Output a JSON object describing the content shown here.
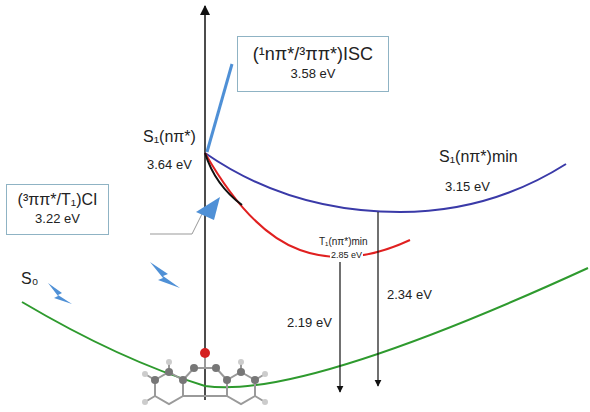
{
  "diagram": {
    "nodes": [
      {
        "text": [
          "(¹nπ*/³ππ*)ISC",
          "3.58 eV"
        ]
      },
      {
        "text": [
          "(³ππ*/T₁)CI",
          "3.22 eV"
        ]
      }
    ],
    "labels": [
      "S₁(nπ*)",
      "3.64 eV",
      "S₁(nπ*)min",
      "3.15 eV",
      "T₁(nπ*)min",
      "2.85 eV",
      "2.19 eV",
      "2.34 eV",
      "S₀"
    ]
  }
}
